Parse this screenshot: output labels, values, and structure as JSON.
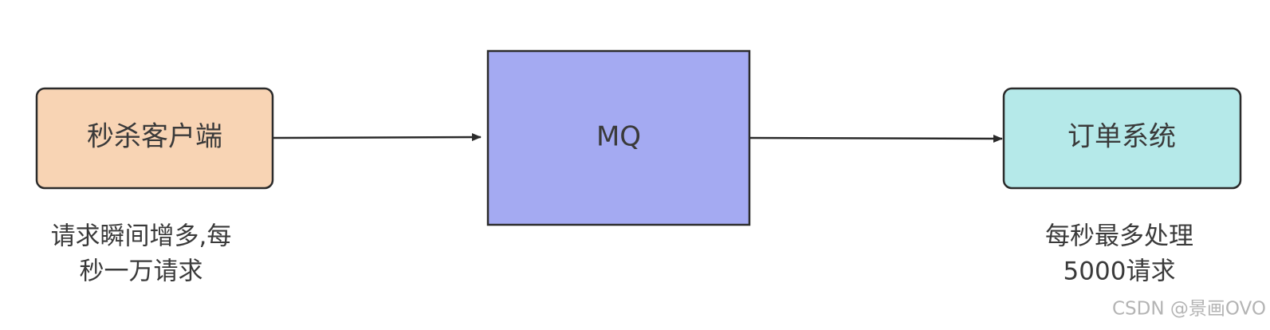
{
  "nodes": {
    "client": {
      "label": "秒杀客户端",
      "fill": "#f8d4b4"
    },
    "mq": {
      "label": "MQ",
      "fill": "#a4aaf2"
    },
    "order": {
      "label": "订单系统",
      "fill": "#b5e9e9"
    }
  },
  "captions": {
    "client": [
      "请求瞬间增多,每",
      "秒一万请求"
    ],
    "order": [
      "每秒最多处理",
      "5000请求"
    ]
  },
  "colors": {
    "stroke": "#2b2b2b",
    "text": "#3a3a3a"
  },
  "watermark": "CSDN @景画OVO"
}
